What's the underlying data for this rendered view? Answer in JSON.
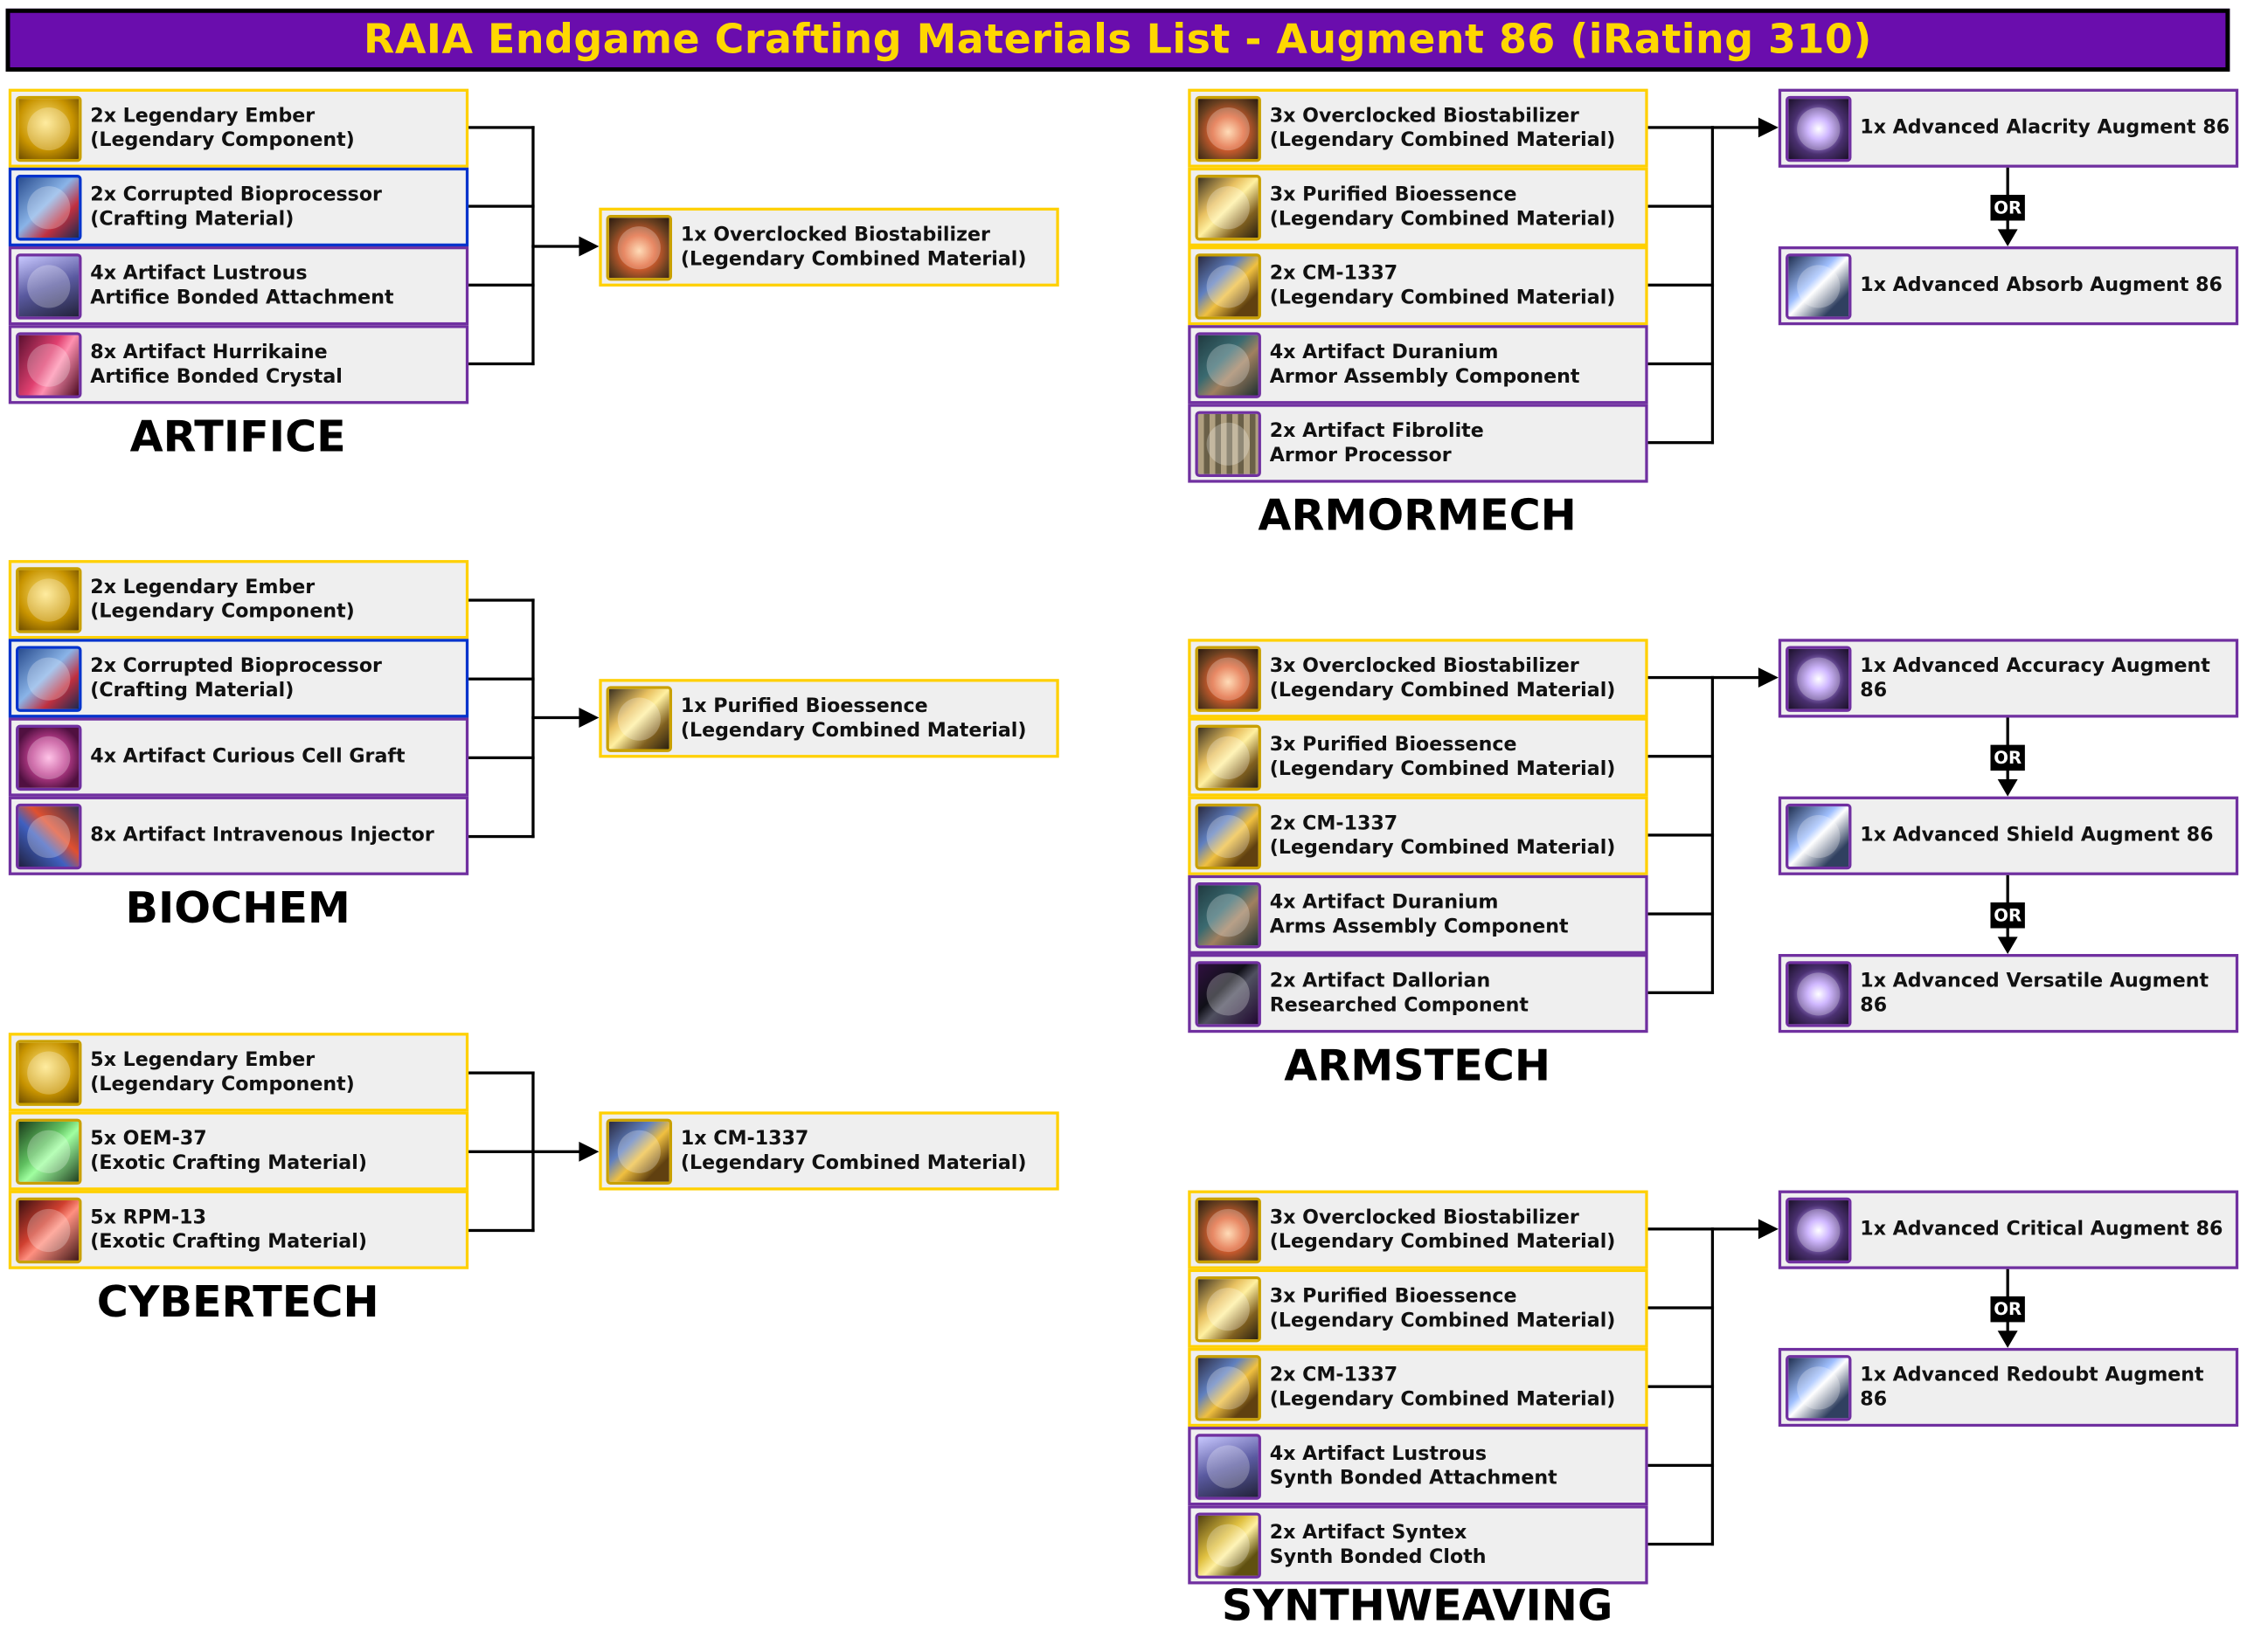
{
  "title": "RAIA Endgame Crafting Materials List - Augment 86 (iRating 310)",
  "sections": {
    "artifice": {
      "name": "ARTIFICE",
      "inputs": [
        {
          "line1": "2x Legendary Ember",
          "line2": "(Legendary Component)"
        },
        {
          "line1": "2x Corrupted Bioprocessor",
          "line2": "(Crafting Material)"
        },
        {
          "line1": "4x Artifact Lustrous",
          "line2": "Artifice Bonded Attachment"
        },
        {
          "line1": "8x Artifact Hurrikaine",
          "line2": "Artifice Bonded Crystal"
        }
      ],
      "output": {
        "line1": "1x Overclocked Biostabilizer",
        "line2": "(Legendary Combined Material)"
      }
    },
    "biochem": {
      "name": "BIOCHEM",
      "inputs": [
        {
          "line1": "2x Legendary Ember",
          "line2": "(Legendary Component)"
        },
        {
          "line1": "2x Corrupted Bioprocessor",
          "line2": "(Crafting Material)"
        },
        {
          "line1": "4x Artifact Curious Cell Graft",
          "line2": ""
        },
        {
          "line1": "8x Artifact Intravenous Injector",
          "line2": ""
        }
      ],
      "output": {
        "line1": "1x Purified Bioessence",
        "line2": "(Legendary Combined Material)"
      }
    },
    "cybertech": {
      "name": "CYBERTECH",
      "inputs": [
        {
          "line1": "5x Legendary Ember",
          "line2": "(Legendary Component)"
        },
        {
          "line1": "5x OEM-37",
          "line2": "(Exotic Crafting Material)"
        },
        {
          "line1": "5x RPM-13",
          "line2": "(Exotic Crafting Material)"
        }
      ],
      "output": {
        "line1": "1x CM-1337",
        "line2": "(Legendary Combined Material)"
      }
    },
    "armormech": {
      "name": "ARMORMECH",
      "inputs": [
        {
          "line1": "3x Overclocked Biostabilizer",
          "line2": "(Legendary Combined Material)"
        },
        {
          "line1": "3x Purified Bioessence",
          "line2": "(Legendary Combined Material)"
        },
        {
          "line1": "2x CM-1337",
          "line2": "(Legendary Combined Material)"
        },
        {
          "line1": "4x Artifact Duranium",
          "line2": "Armor Assembly Component"
        },
        {
          "line1": "2x Artifact Fibrolite",
          "line2": "Armor Processor"
        }
      ],
      "outputs": [
        "1x Advanced Alacrity Augment 86",
        "1x Advanced Absorb Augment 86"
      ]
    },
    "armstech": {
      "name": "ARMSTECH",
      "inputs": [
        {
          "line1": "3x Overclocked Biostabilizer",
          "line2": "(Legendary Combined Material)"
        },
        {
          "line1": "3x Purified Bioessence",
          "line2": "(Legendary Combined Material)"
        },
        {
          "line1": "2x CM-1337",
          "line2": "(Legendary Combined Material)"
        },
        {
          "line1": "4x Artifact Duranium",
          "line2": "Arms Assembly Component"
        },
        {
          "line1": "2x Artifact Dallorian",
          "line2": "Researched Component"
        }
      ],
      "outputs": [
        "1x Advanced Accuracy Augment 86",
        "1x Advanced Shield Augment 86",
        "1x Advanced Versatile Augment 86"
      ]
    },
    "synthweaving": {
      "name": "SYNTHWEAVING",
      "inputs": [
        {
          "line1": "3x Overclocked Biostabilizer",
          "line2": "(Legendary Combined Material)"
        },
        {
          "line1": "3x Purified Bioessence",
          "line2": "(Legendary Combined Material)"
        },
        {
          "line1": "2x CM-1337",
          "line2": "(Legendary Combined Material)"
        },
        {
          "line1": "4x Artifact Lustrous",
          "line2": "Synth Bonded Attachment"
        },
        {
          "line1": "2x Artifact Syntex",
          "line2": "Synth Bonded Cloth"
        }
      ],
      "outputs": [
        "1x Advanced Critical Augment 86",
        "1x Advanced Redoubt Augment 86"
      ]
    }
  },
  "or_label": "OR",
  "colors": {
    "title_bg": "#6a0dad",
    "title_text": "#ffd700",
    "legendary_border": "#ffd000",
    "artifact_border": "#7030a0",
    "crafting_border": "#0033cc"
  }
}
